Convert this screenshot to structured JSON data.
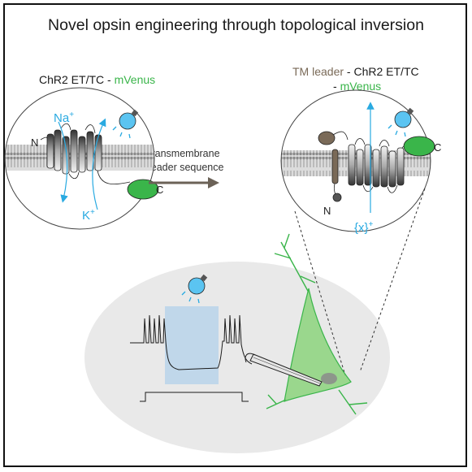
{
  "title": "Novel opsin engineering through topological inversion",
  "left_panel": {
    "construct": "ChR2 ET/TC",
    "separator": " - ",
    "reporter": "mVenus",
    "na_ion": "Na",
    "na_charge": "+",
    "k_ion": "K",
    "k_charge": "+",
    "n_terminus": "N",
    "c_terminus": "C"
  },
  "arrow": {
    "line1": "transmembrane",
    "line2": "leader sequence"
  },
  "right_panel": {
    "leader": "TM leader",
    "separator": " - ",
    "construct": "ChR2 ET/TC",
    "line2_separator": "- ",
    "reporter": "mVenus",
    "n_terminus": "N",
    "c_terminus": "C",
    "ion": "{x}",
    "ion_charge": "+"
  },
  "colors": {
    "ion_blue": "#29aae1",
    "mvenus_green": "#3ab54a",
    "leader_brown": "#7a6a58",
    "light_bulb": "#5bc4f1",
    "stim_box": "#b8d3ea",
    "neuron_green": "#7fd06e",
    "cell_background": "#e9e9e9"
  },
  "icons": [
    "light-bulb-icon",
    "light-bulb-icon",
    "light-bulb-icon",
    "recording-pipette-icon",
    "neuron-icon"
  ]
}
